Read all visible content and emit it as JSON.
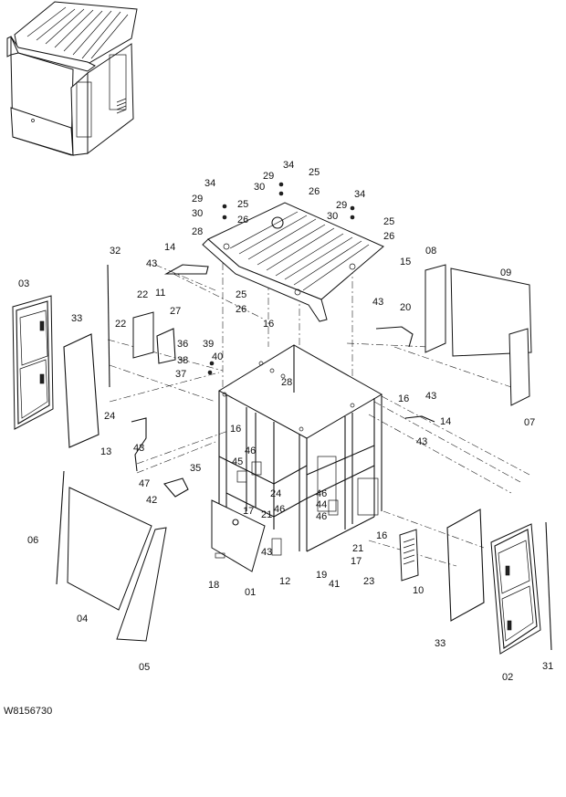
{
  "drawing_code": "W8156730",
  "part_labels": [
    {
      "id": "p34a",
      "text": "34"
    },
    {
      "id": "p29a",
      "text": "29"
    },
    {
      "id": "p30a",
      "text": "30"
    },
    {
      "id": "p25a",
      "text": "25"
    },
    {
      "id": "p26a",
      "text": "26"
    },
    {
      "id": "p34b",
      "text": "34"
    },
    {
      "id": "p29b",
      "text": "29"
    },
    {
      "id": "p30b",
      "text": "30"
    },
    {
      "id": "p28a",
      "text": "28"
    },
    {
      "id": "p25b",
      "text": "25"
    },
    {
      "id": "p26b",
      "text": "26"
    },
    {
      "id": "p34c",
      "text": "34"
    },
    {
      "id": "p29c",
      "text": "29"
    },
    {
      "id": "p30c",
      "text": "30"
    },
    {
      "id": "p25c",
      "text": "25"
    },
    {
      "id": "p26c",
      "text": "26"
    },
    {
      "id": "p32",
      "text": "32"
    },
    {
      "id": "p14a",
      "text": "14"
    },
    {
      "id": "p43a",
      "text": "43"
    },
    {
      "id": "p08",
      "text": "08"
    },
    {
      "id": "p09",
      "text": "09"
    },
    {
      "id": "p15",
      "text": "15"
    },
    {
      "id": "p03",
      "text": "03"
    },
    {
      "id": "p22a",
      "text": "22"
    },
    {
      "id": "p11",
      "text": "11"
    },
    {
      "id": "p25d",
      "text": "25"
    },
    {
      "id": "p26d",
      "text": "26"
    },
    {
      "id": "p43b",
      "text": "43"
    },
    {
      "id": "p20",
      "text": "20"
    },
    {
      "id": "p33a",
      "text": "33"
    },
    {
      "id": "p27",
      "text": "27"
    },
    {
      "id": "p22b",
      "text": "22"
    },
    {
      "id": "p16a",
      "text": "16"
    },
    {
      "id": "p36",
      "text": "36"
    },
    {
      "id": "p39",
      "text": "39"
    },
    {
      "id": "p40",
      "text": "40"
    },
    {
      "id": "p38",
      "text": "38"
    },
    {
      "id": "p37",
      "text": "37"
    },
    {
      "id": "p28b",
      "text": "28"
    },
    {
      "id": "p16b",
      "text": "16"
    },
    {
      "id": "p43c",
      "text": "43"
    },
    {
      "id": "p07",
      "text": "07"
    },
    {
      "id": "p24a",
      "text": "24"
    },
    {
      "id": "p14b",
      "text": "14"
    },
    {
      "id": "p43d",
      "text": "43"
    },
    {
      "id": "p16c",
      "text": "16"
    },
    {
      "id": "p13",
      "text": "13"
    },
    {
      "id": "p43e",
      "text": "43"
    },
    {
      "id": "p46a",
      "text": "46"
    },
    {
      "id": "p45",
      "text": "45"
    },
    {
      "id": "p35",
      "text": "35"
    },
    {
      "id": "p47",
      "text": "47"
    },
    {
      "id": "p42",
      "text": "42"
    },
    {
      "id": "p24b",
      "text": "24"
    },
    {
      "id": "p46b",
      "text": "46"
    },
    {
      "id": "p44",
      "text": "44"
    },
    {
      "id": "p17a",
      "text": "17"
    },
    {
      "id": "p21a",
      "text": "21"
    },
    {
      "id": "p46c",
      "text": "46"
    },
    {
      "id": "p46d",
      "text": "46"
    },
    {
      "id": "p06",
      "text": "06"
    },
    {
      "id": "p16d",
      "text": "16"
    },
    {
      "id": "p43f",
      "text": "43"
    },
    {
      "id": "p21b",
      "text": "21"
    },
    {
      "id": "p17b",
      "text": "17"
    },
    {
      "id": "p23",
      "text": "23"
    },
    {
      "id": "p18",
      "text": "18"
    },
    {
      "id": "p12",
      "text": "12"
    },
    {
      "id": "p19",
      "text": "19"
    },
    {
      "id": "p41",
      "text": "41"
    },
    {
      "id": "p10",
      "text": "10"
    },
    {
      "id": "p01",
      "text": "01"
    },
    {
      "id": "p04",
      "text": "04"
    },
    {
      "id": "p33b",
      "text": "33"
    },
    {
      "id": "p05",
      "text": "05"
    },
    {
      "id": "p02",
      "text": "02"
    },
    {
      "id": "p31",
      "text": "31"
    }
  ]
}
